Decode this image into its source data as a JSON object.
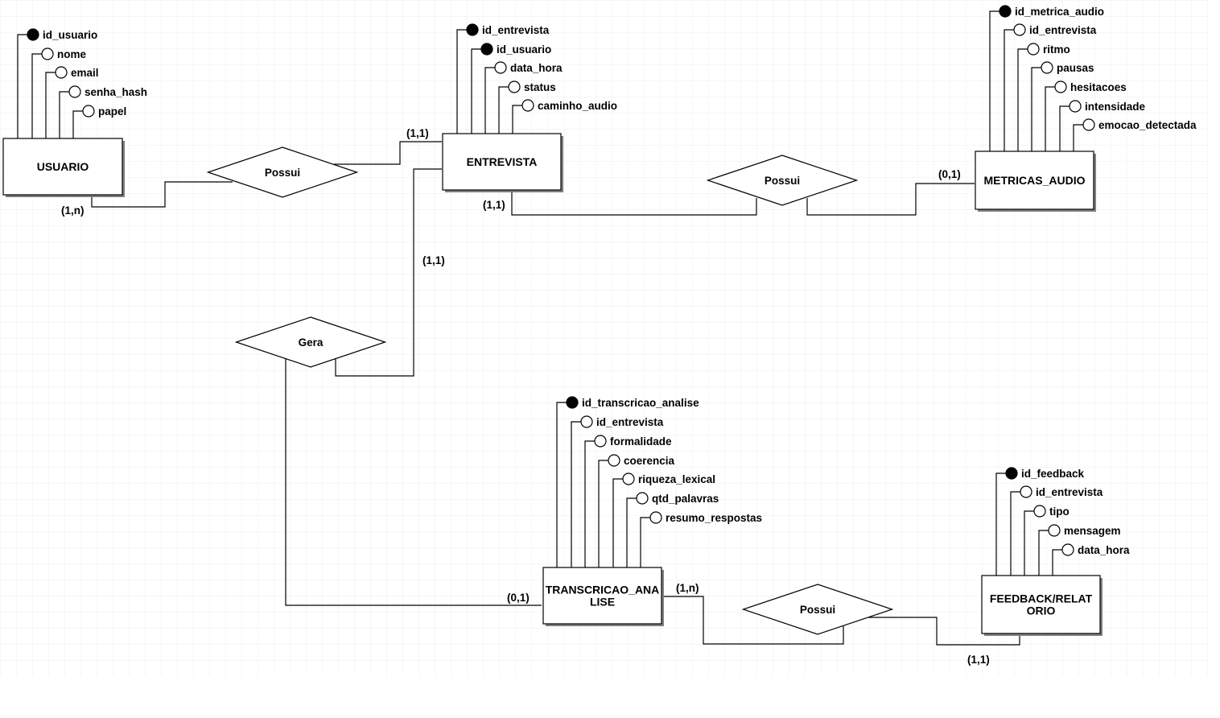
{
  "entities": {
    "usuario": {
      "name": "USUARIO",
      "attributes": [
        {
          "name": "id_usuario",
          "key": true
        },
        {
          "name": "nome",
          "key": false
        },
        {
          "name": "email",
          "key": false
        },
        {
          "name": "senha_hash",
          "key": false
        },
        {
          "name": "papel",
          "key": false
        }
      ]
    },
    "entrevista": {
      "name": "ENTREVISTA",
      "attributes": [
        {
          "name": "id_entrevista",
          "key": true
        },
        {
          "name": "id_usuario",
          "key": true
        },
        {
          "name": "data_hora",
          "key": false
        },
        {
          "name": "status",
          "key": false
        },
        {
          "name": "caminho_audio",
          "key": false
        }
      ]
    },
    "metricas": {
      "name": "METRICAS_AUDIO",
      "attributes": [
        {
          "name": "id_metrica_audio",
          "key": true
        },
        {
          "name": "id_entrevista",
          "key": false
        },
        {
          "name": "ritmo",
          "key": false
        },
        {
          "name": "pausas",
          "key": false
        },
        {
          "name": "hesitacoes",
          "key": false
        },
        {
          "name": "intensidade",
          "key": false
        },
        {
          "name": "emocao_detectada",
          "key": false
        }
      ]
    },
    "transcricao": {
      "name": [
        "TRANSCRICAO_ANA",
        "LISE"
      ],
      "attributes": [
        {
          "name": "id_transcricao_analise",
          "key": true
        },
        {
          "name": "id_entrevista",
          "key": false
        },
        {
          "name": "formalidade",
          "key": false
        },
        {
          "name": "coerencia",
          "key": false
        },
        {
          "name": "riqueza_lexical",
          "key": false
        },
        {
          "name": "qtd_palavras",
          "key": false
        },
        {
          "name": "resumo_respostas",
          "key": false
        }
      ]
    },
    "feedback": {
      "name": [
        "FEEDBACK/RELAT",
        "ORIO"
      ],
      "attributes": [
        {
          "name": "id_feedback",
          "key": true
        },
        {
          "name": "id_entrevista",
          "key": false
        },
        {
          "name": "tipo",
          "key": false
        },
        {
          "name": "mensagem",
          "key": false
        },
        {
          "name": "data_hora",
          "key": false
        }
      ]
    }
  },
  "relationships": {
    "usuario_entrevista": "Possui",
    "entrevista_metricas": "Possui",
    "entrevista_transcricao": "Gera",
    "transcricao_feedback": "Possui"
  },
  "cardinalities": {
    "usuario_side": "(1,n)",
    "entrevista_top": "(1,1)",
    "entrevista_bottom": "(1,1)",
    "entrevista_gera": "(1,1)",
    "metricas_side": "(0,1)",
    "transcricao_gera": "(0,1)",
    "transcricao_side": "(1,n)",
    "feedback_side": "(1,1)"
  },
  "colors": {
    "line": "#000000",
    "shadow": "#7a7a7a",
    "grid": "#ececec",
    "key_attribute": "#000000"
  }
}
